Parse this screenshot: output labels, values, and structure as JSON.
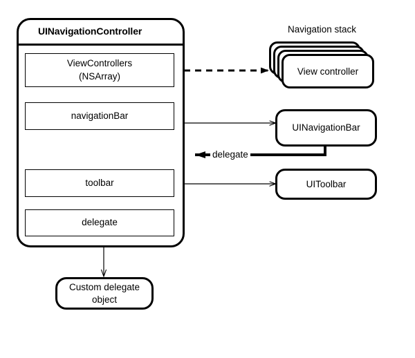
{
  "diagram": {
    "title": "UINavigationController",
    "controller": {
      "label": "UINavigationController",
      "properties": [
        {
          "name": "viewControllers",
          "label": "ViewControllers\n(NSArray)",
          "line1": "ViewControllers",
          "line2": "(NSArray)"
        },
        {
          "name": "navigationBar",
          "label": "navigationBar"
        },
        {
          "name": "toolbar",
          "label": "toolbar"
        },
        {
          "name": "delegate",
          "label": "delegate"
        }
      ]
    },
    "navigation_stack": {
      "label": "Navigation stack",
      "card_label": "View controller",
      "card_count": 4
    },
    "nodes": {
      "navigation_bar": "UINavigationBar",
      "toolbar": "UIToolbar",
      "custom_delegate_line1": "Custom delegate",
      "custom_delegate_line2": "object"
    },
    "edges": {
      "view_controllers_to_stack": {
        "style": "dashed",
        "label": ""
      },
      "navigation_bar_to_class": {
        "style": "solid",
        "label": ""
      },
      "toolbar_to_class": {
        "style": "solid",
        "label": ""
      },
      "delegate_edge_label": "delegate",
      "delegate_to_custom": {
        "style": "solid",
        "label": ""
      }
    },
    "colors": {
      "stroke": "#000000",
      "background": "#ffffff",
      "text": "#000000"
    }
  }
}
